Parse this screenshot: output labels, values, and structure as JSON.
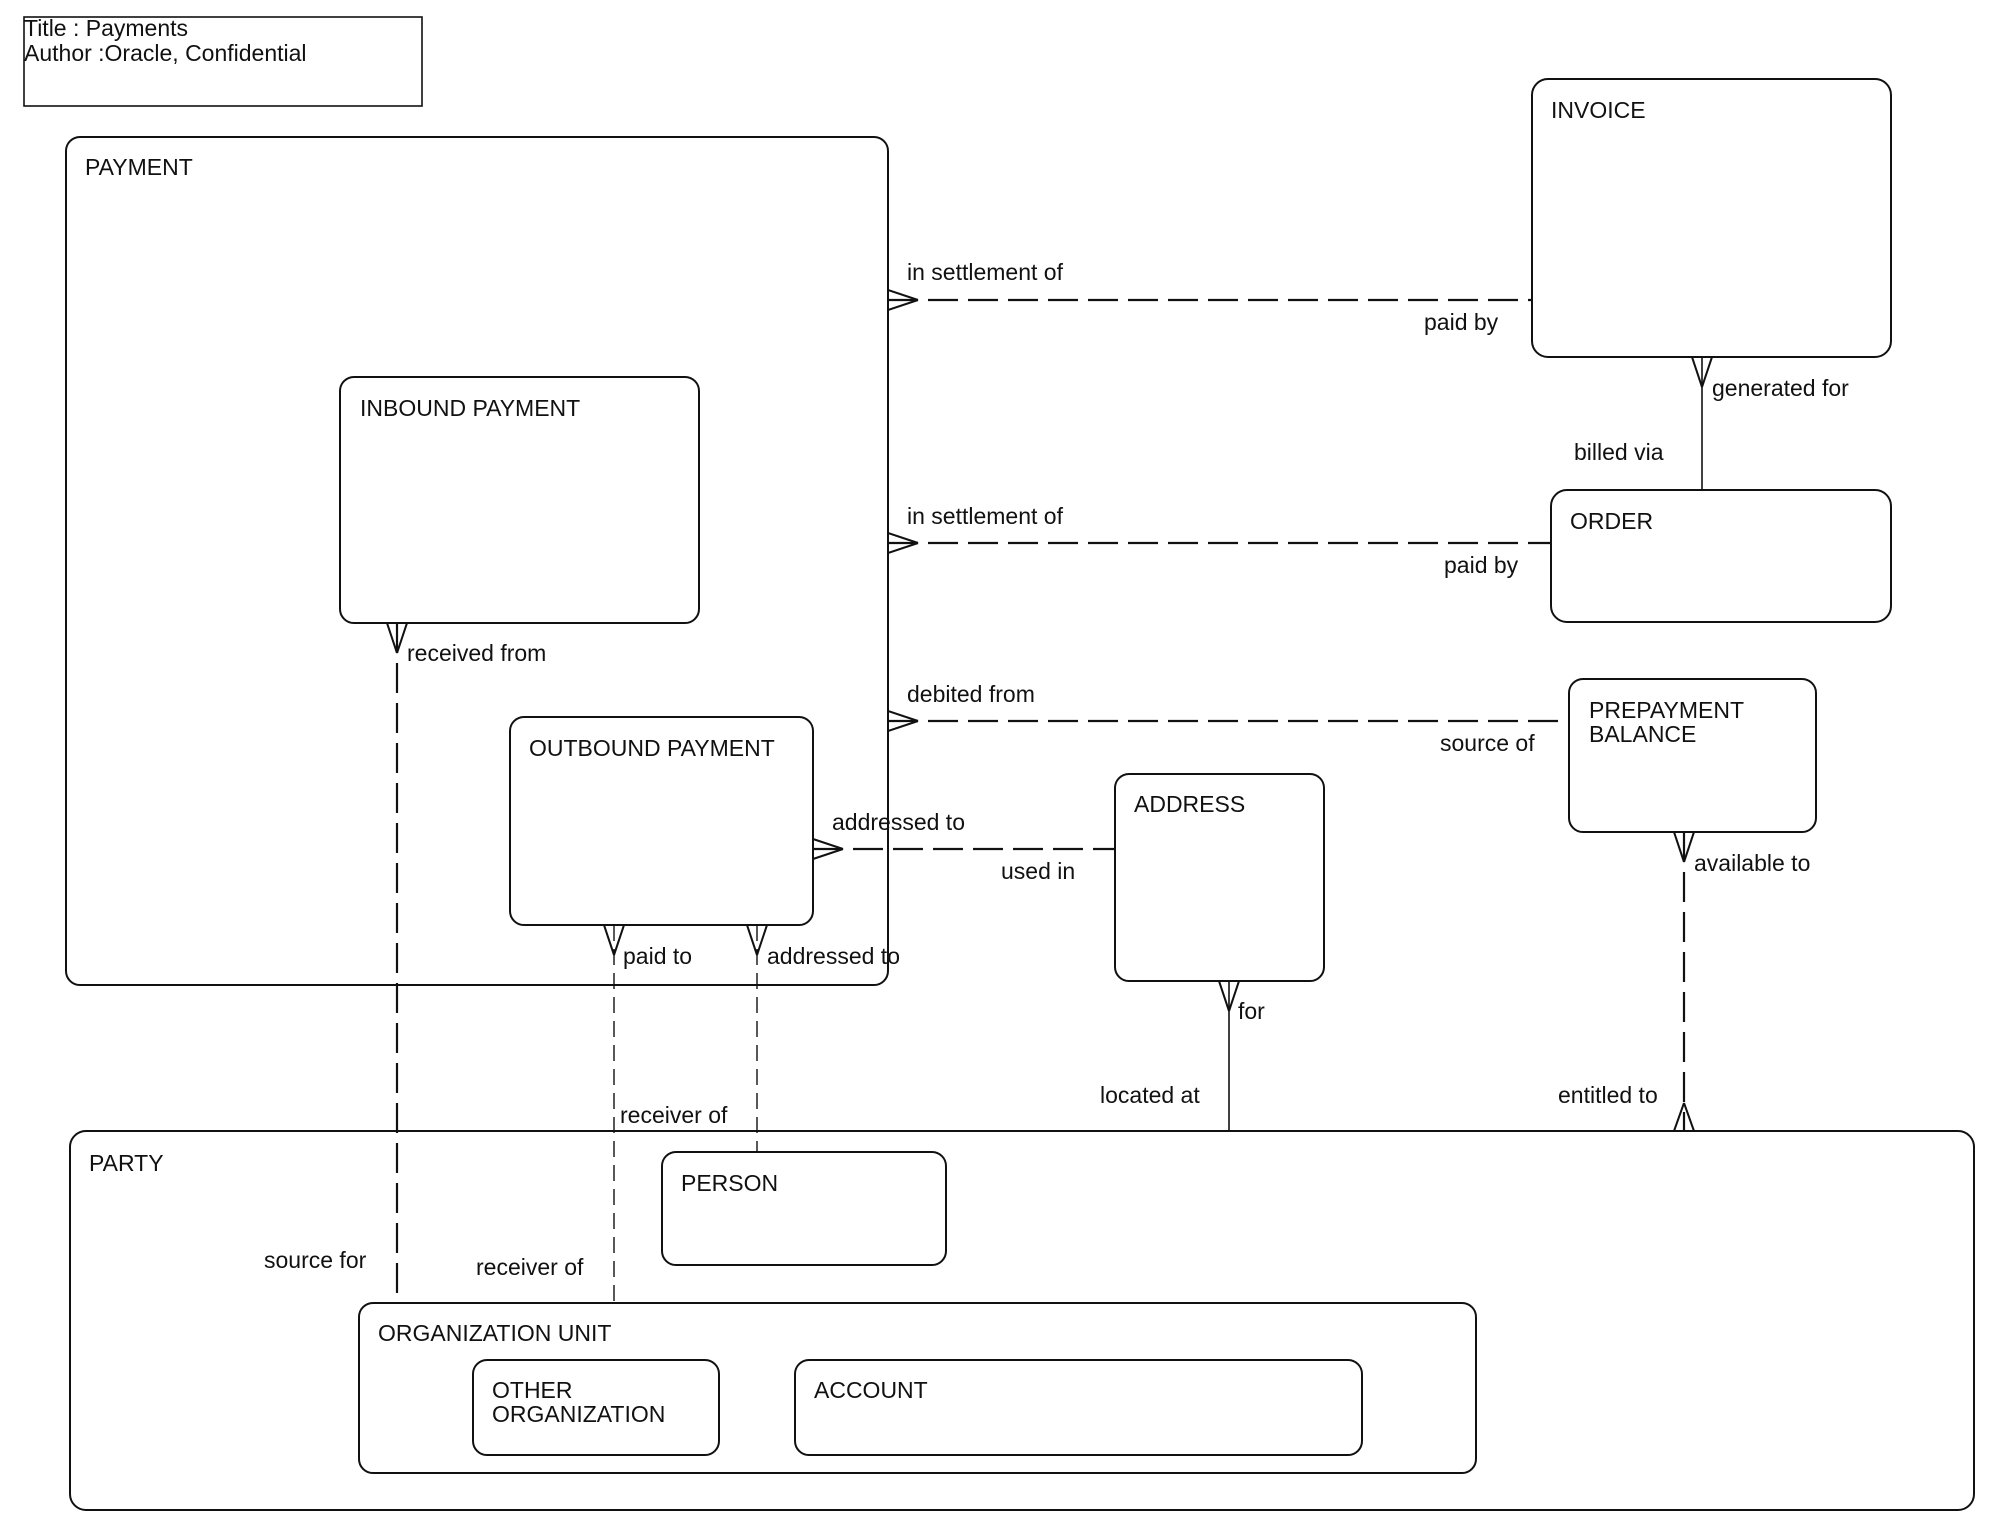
{
  "title_block": {
    "title_line": "Title : Payments",
    "author_line": "Author :Oracle, Confidential"
  },
  "entities": {
    "payment": "PAYMENT",
    "inbound_payment": "INBOUND PAYMENT",
    "outbound_payment": "OUTBOUND PAYMENT",
    "invoice": "INVOICE",
    "order": "ORDER",
    "prepayment_balance_line1": "PREPAYMENT",
    "prepayment_balance_line2": "BALANCE",
    "address": "ADDRESS",
    "party": "PARTY",
    "person": "PERSON",
    "organization_unit": "ORGANIZATION UNIT",
    "other_organization_line1": "OTHER",
    "other_organization_line2": "ORGANIZATION",
    "account": "ACCOUNT"
  },
  "relationships": {
    "payment_invoice": {
      "from_label": "in settlement of",
      "to_label": "paid by"
    },
    "invoice_order": {
      "from_label": "generated for",
      "to_label": "billed via"
    },
    "payment_order": {
      "from_label": "in settlement of",
      "to_label": "paid by"
    },
    "payment_prepayment": {
      "from_label": "debited from",
      "to_label": "source of"
    },
    "outbound_address": {
      "from_label": "addressed to",
      "to_label": "used in"
    },
    "inbound_orgunit": {
      "from_label": "received from",
      "to_label": "source for"
    },
    "outbound_paid_to": {
      "from_label": "paid to",
      "to_label": "receiver of"
    },
    "outbound_addressed_to": {
      "from_label": "addressed to",
      "to_label": "receiver of"
    },
    "address_party": {
      "from_label": "for",
      "to_label": "located at"
    },
    "prepayment_party": {
      "from_label": "available to",
      "to_label": "entitled to"
    }
  }
}
